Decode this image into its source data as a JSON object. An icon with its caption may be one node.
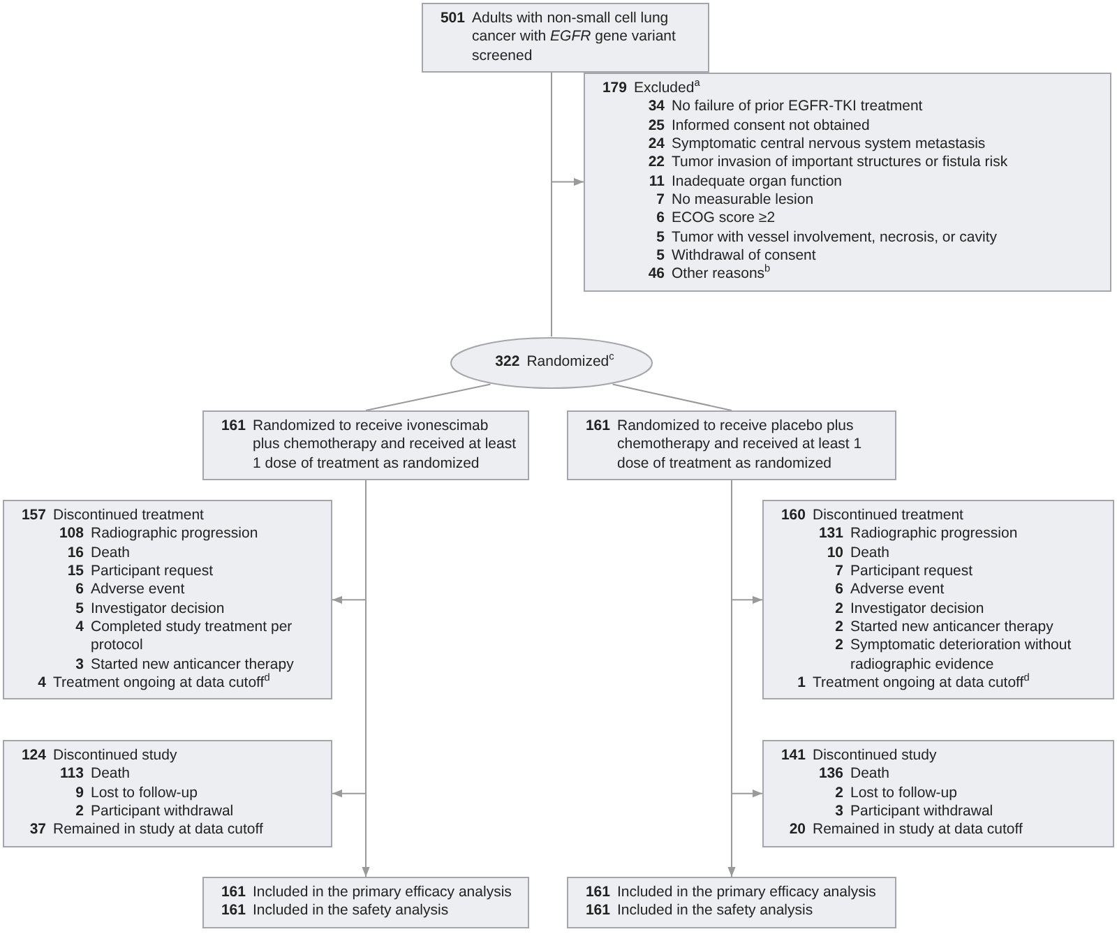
{
  "diagram": {
    "nodes": [
      {
        "text": [
          "501",
          "Adults with non-small cell lung cancer with *EGFR* gene variant screened"
        ]
      },
      {
        "text": [
          "179",
          "Excluded$^{a}$",
          "34",
          "No failure of prior EGFR-TKI treatment",
          "25",
          "Informed consent not obtained",
          "24",
          "Symptomatic central nervous system metastasis",
          "22",
          "Tumor invasion of important structures or fistula risk",
          "11",
          "Inadequate organ function",
          "7",
          "No measurable lesion",
          "6",
          "ECOG score ≥2",
          "5",
          "Tumor with vessel involvement, necrosis, or cavity",
          "5",
          "Withdrawal of consent",
          "46",
          "Other reasons$^{b}$"
        ]
      },
      {
        "text": [
          "322",
          "Randomized$^{c}$"
        ]
      },
      {
        "text": [
          "161",
          "Randomized to receive ivonescimab plus chemotherapy and received at least 1 dose of treatment as randomized"
        ]
      },
      {
        "text": [
          "161",
          "Randomized to receive placebo plus chemotherapy and received at least 1 dose of treatment as randomized"
        ]
      },
      {
        "text": [
          "157",
          "Discontinued treatment",
          "108",
          "Radiographic progression",
          "16",
          "Death",
          "15",
          "Participant request",
          "6",
          "Adverse event",
          "5",
          "Investigator decision",
          "4",
          "Completed study treatment per protocol",
          "3",
          "Started new anticancer therapy",
          "4",
          "Treatment ongoing at data cutoff$^{d}$"
        ]
      },
      {
        "text": [
          "160",
          "Discontinued treatment",
          "131",
          "Radiographic progression",
          "10",
          "Death",
          "7",
          "Participant request",
          "6",
          "Adverse event",
          "2",
          "Investigator decision",
          "2",
          "Started new anticancer therapy",
          "2",
          "Symptomatic deterioration without radiographic evidence",
          "1",
          "Treatment ongoing at data cutoff$^{d}$"
        ]
      },
      {
        "text": [
          "124",
          "Discontinued study",
          "113",
          "Death",
          "9",
          "Lost to follow-up",
          "2",
          "Participant withdrawal",
          "37",
          "Remained in study at data cutoff"
        ]
      },
      {
        "text": [
          "141",
          "Discontinued study",
          "136",
          "Death",
          "2",
          "Lost to follow-up",
          "3",
          "Participant withdrawal",
          "20",
          "Remained in study at data cutoff"
        ]
      },
      {
        "text": [
          "161",
          "Included in the primary efficacy analysis",
          "161",
          "Included in the safety analysis"
        ]
      },
      {
        "text": [
          "161",
          "Included in the primary efficacy analysis",
          "161",
          "Included in the safety analysis"
        ]
      }
    ],
    "edges": [
      {
        "from": 0,
        "to": 2,
        "arrow": "none"
      },
      {
        "from": 0,
        "to": 1,
        "arrow": "to"
      },
      {
        "from": 2,
        "to": 3,
        "arrow": "none"
      },
      {
        "from": 2,
        "to": 4,
        "arrow": "none"
      },
      {
        "from": 3,
        "to": 5,
        "arrow": "to"
      },
      {
        "from": 3,
        "to": 7,
        "arrow": "to"
      },
      {
        "from": 3,
        "to": 9,
        "arrow": "to"
      },
      {
        "from": 4,
        "to": 6,
        "arrow": "to"
      },
      {
        "from": 4,
        "to": 8,
        "arrow": "to"
      },
      {
        "from": 4,
        "to": 10,
        "arrow": "to"
      }
    ]
  }
}
